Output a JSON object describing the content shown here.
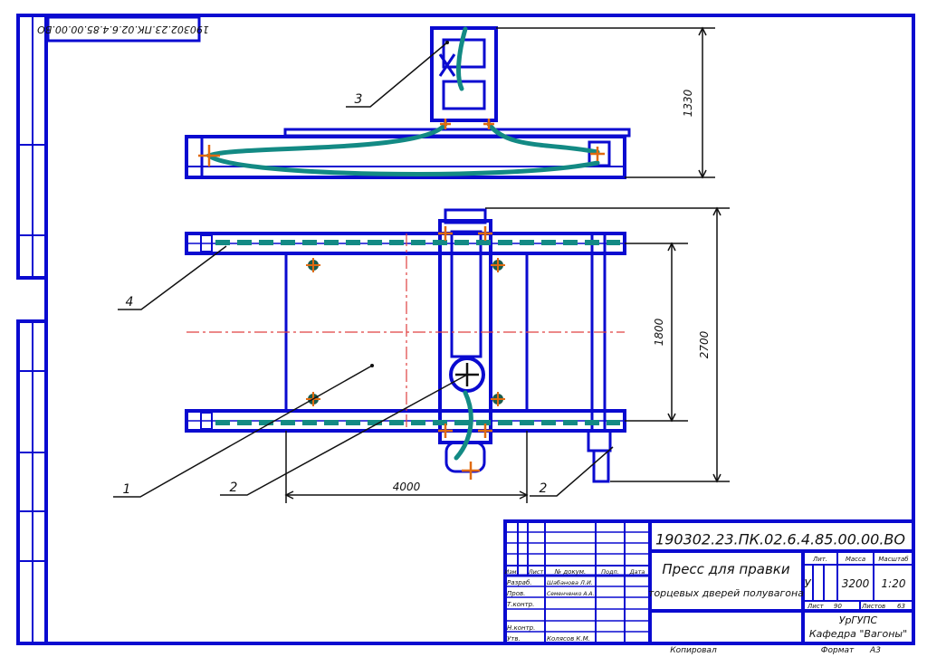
{
  "colors": {
    "frame": "#0a0ad0",
    "line": "#101010",
    "hose": "#138a84",
    "axis": "#e04040",
    "mark": "#e06a10",
    "mark_dark": "#1a5c4c",
    "paper": "#ffffff"
  },
  "sheet": {
    "doc_code_rotated": "190302.23.ПК.02.6.4.85.00.00.ВО",
    "doc_code": "190302.23.ПК.02.6.4.85.00.00.ВО",
    "copied": "Копировал",
    "format_label": "Формат",
    "format_value": "А3"
  },
  "callouts": {
    "c1": "1",
    "c2a": "2",
    "c2b": "2",
    "c3": "3",
    "c4": "4"
  },
  "dims": {
    "height_top": "1330",
    "length": "4000",
    "width_inner": "1800",
    "width_outer": "2700"
  },
  "title_block": {
    "title_line1": "Пресс для правки",
    "title_line2": "торцевых дверей полувагона",
    "col_change": "Изм.",
    "col_sheet": "Лист",
    "col_docnum": "№ докум.",
    "col_sign": "Подп.",
    "col_date": "Дата",
    "row_dev": "Разраб.",
    "row_check": "Пров.",
    "row_tcontrol": "Т.контр.",
    "row_ncontrol": "Н.контр.",
    "row_approve": "Утв.",
    "dev_name": "Шабанова Л.И.",
    "check_name": "Семенченко А.А.",
    "approve_name": "Колясов К.М.",
    "lit_label": "Лит.",
    "mass_label": "Масса",
    "scale_label": "Масштаб",
    "lit_value": "У",
    "mass_value": "3200",
    "scale_value": "1:20",
    "sheet_label": "Лист",
    "sheet_value": "90",
    "sheets_label": "Листов",
    "sheets_value": "63",
    "org_line1": "УрГУПС",
    "org_line2": "Кафедра \"Вагоны\""
  }
}
